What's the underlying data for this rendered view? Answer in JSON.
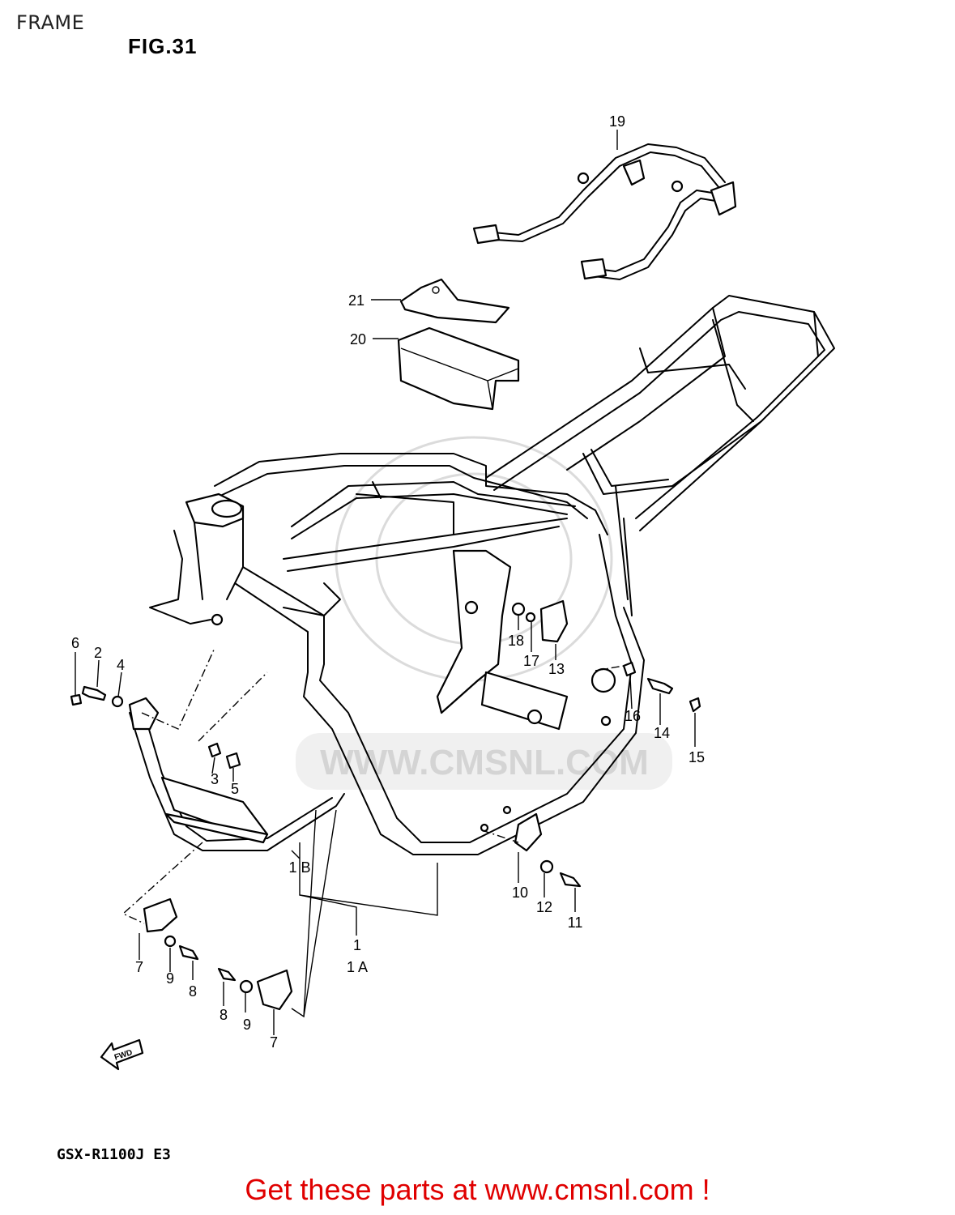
{
  "header": {
    "title": "FRAME",
    "figure": "FIG.31"
  },
  "footer": {
    "model": "GSX-R1100J E3",
    "promo": "Get these parts at www.cmsnl.com !"
  },
  "watermark": {
    "text": "WWW.CMSNL.COM"
  },
  "fwd_arrow": {
    "text": "FWD"
  },
  "callouts": {
    "c1": "1",
    "c1A": "1 A",
    "c1B": "1 B",
    "c2": "2",
    "c3": "3",
    "c4": "4",
    "c5": "5",
    "c6": "6",
    "c7a": "7",
    "c7b": "7",
    "c8a": "8",
    "c8b": "8",
    "c9a": "9",
    "c9b": "9",
    "c10": "10",
    "c11": "11",
    "c12": "12",
    "c13": "13",
    "c14": "14",
    "c15": "15",
    "c16": "16",
    "c17": "17",
    "c18": "18",
    "c19": "19",
    "c20": "20",
    "c21": "21"
  },
  "colors": {
    "promo": "#e00000",
    "line": "#000000",
    "watermark": "#c9c9c9"
  }
}
